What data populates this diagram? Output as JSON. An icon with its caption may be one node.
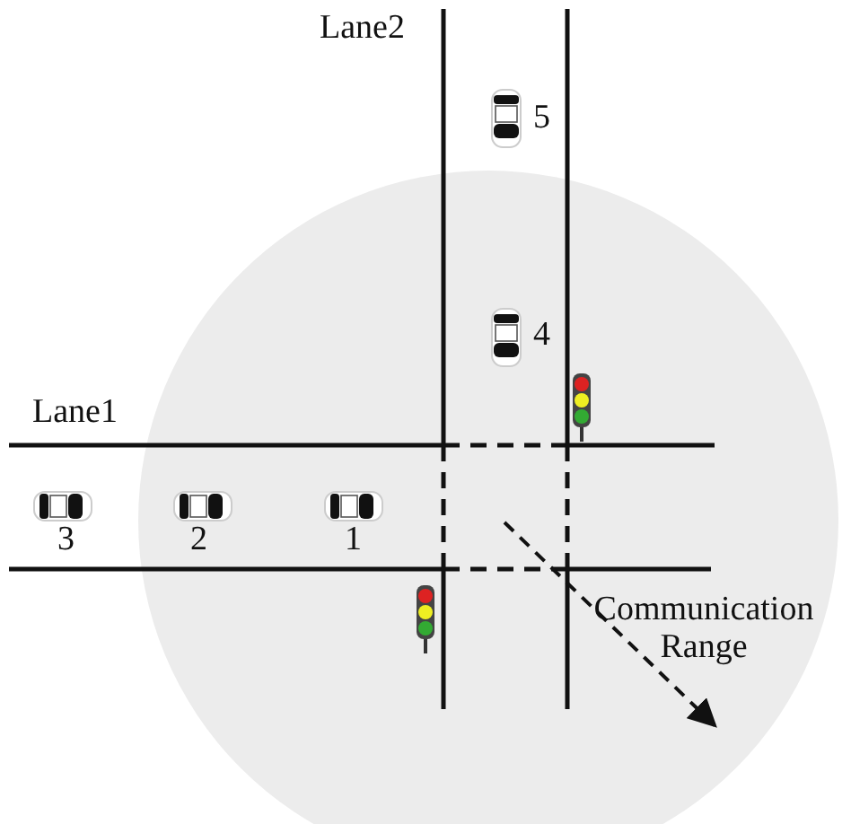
{
  "diagram": {
    "labels": [
      "Lane2",
      "5",
      "4",
      "Lane1",
      "3",
      "2",
      "1",
      "Communication Range"
    ]
  }
}
